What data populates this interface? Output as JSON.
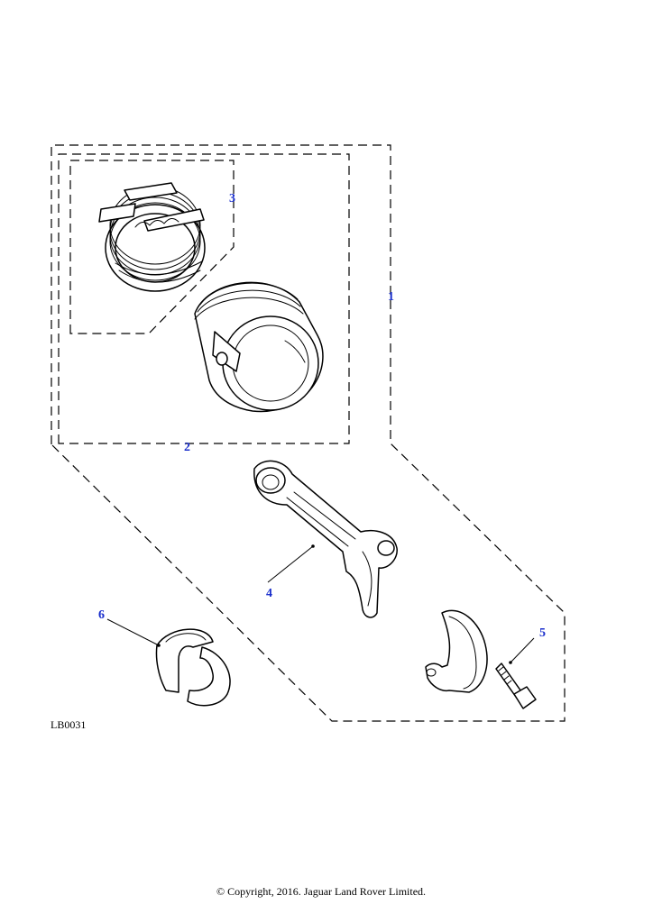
{
  "callouts": {
    "c1": "1",
    "c2": "2",
    "c3": "3",
    "c4": "4",
    "c5": "5",
    "c6": "6"
  },
  "reference_code": "LB0031",
  "copyright": "© Copyright, 2016. Jaguar Land Rover Limited.",
  "colors": {
    "callout": "#1a2fcc",
    "line": "#000000",
    "background": "#ffffff"
  }
}
